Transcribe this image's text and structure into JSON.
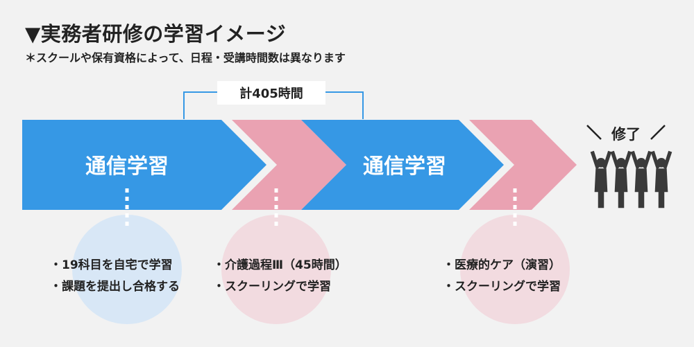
{
  "header": {
    "title": "▼実務者研修の学習イメージ",
    "note": "＊スクールや保有資格によって、日程・受講時間数は異なります"
  },
  "bracket": {
    "label": "計405時間"
  },
  "stages": [
    {
      "label": "通信学習",
      "color": "#3698e5"
    },
    {
      "label": "通信学習",
      "color": "#3698e5"
    }
  ],
  "schooling_color": "#eaa2b2",
  "finish": {
    "label": "修了",
    "icon": "people-cheering-icon",
    "icon_color": "#3a3a3a"
  },
  "details": [
    {
      "lines": [
        "・19科目を自宅で学習",
        "・課題を提出し合格する"
      ],
      "circle_color": "#d8e7f6"
    },
    {
      "lines": [
        "・介護過程Ⅲ（45時間）",
        "・スクーリングで学習"
      ],
      "circle_color": "#f2dbe0"
    },
    {
      "lines": [
        "・医療的ケア（演習）",
        "・スクーリングで学習"
      ],
      "circle_color": "#f2dbe0"
    }
  ]
}
